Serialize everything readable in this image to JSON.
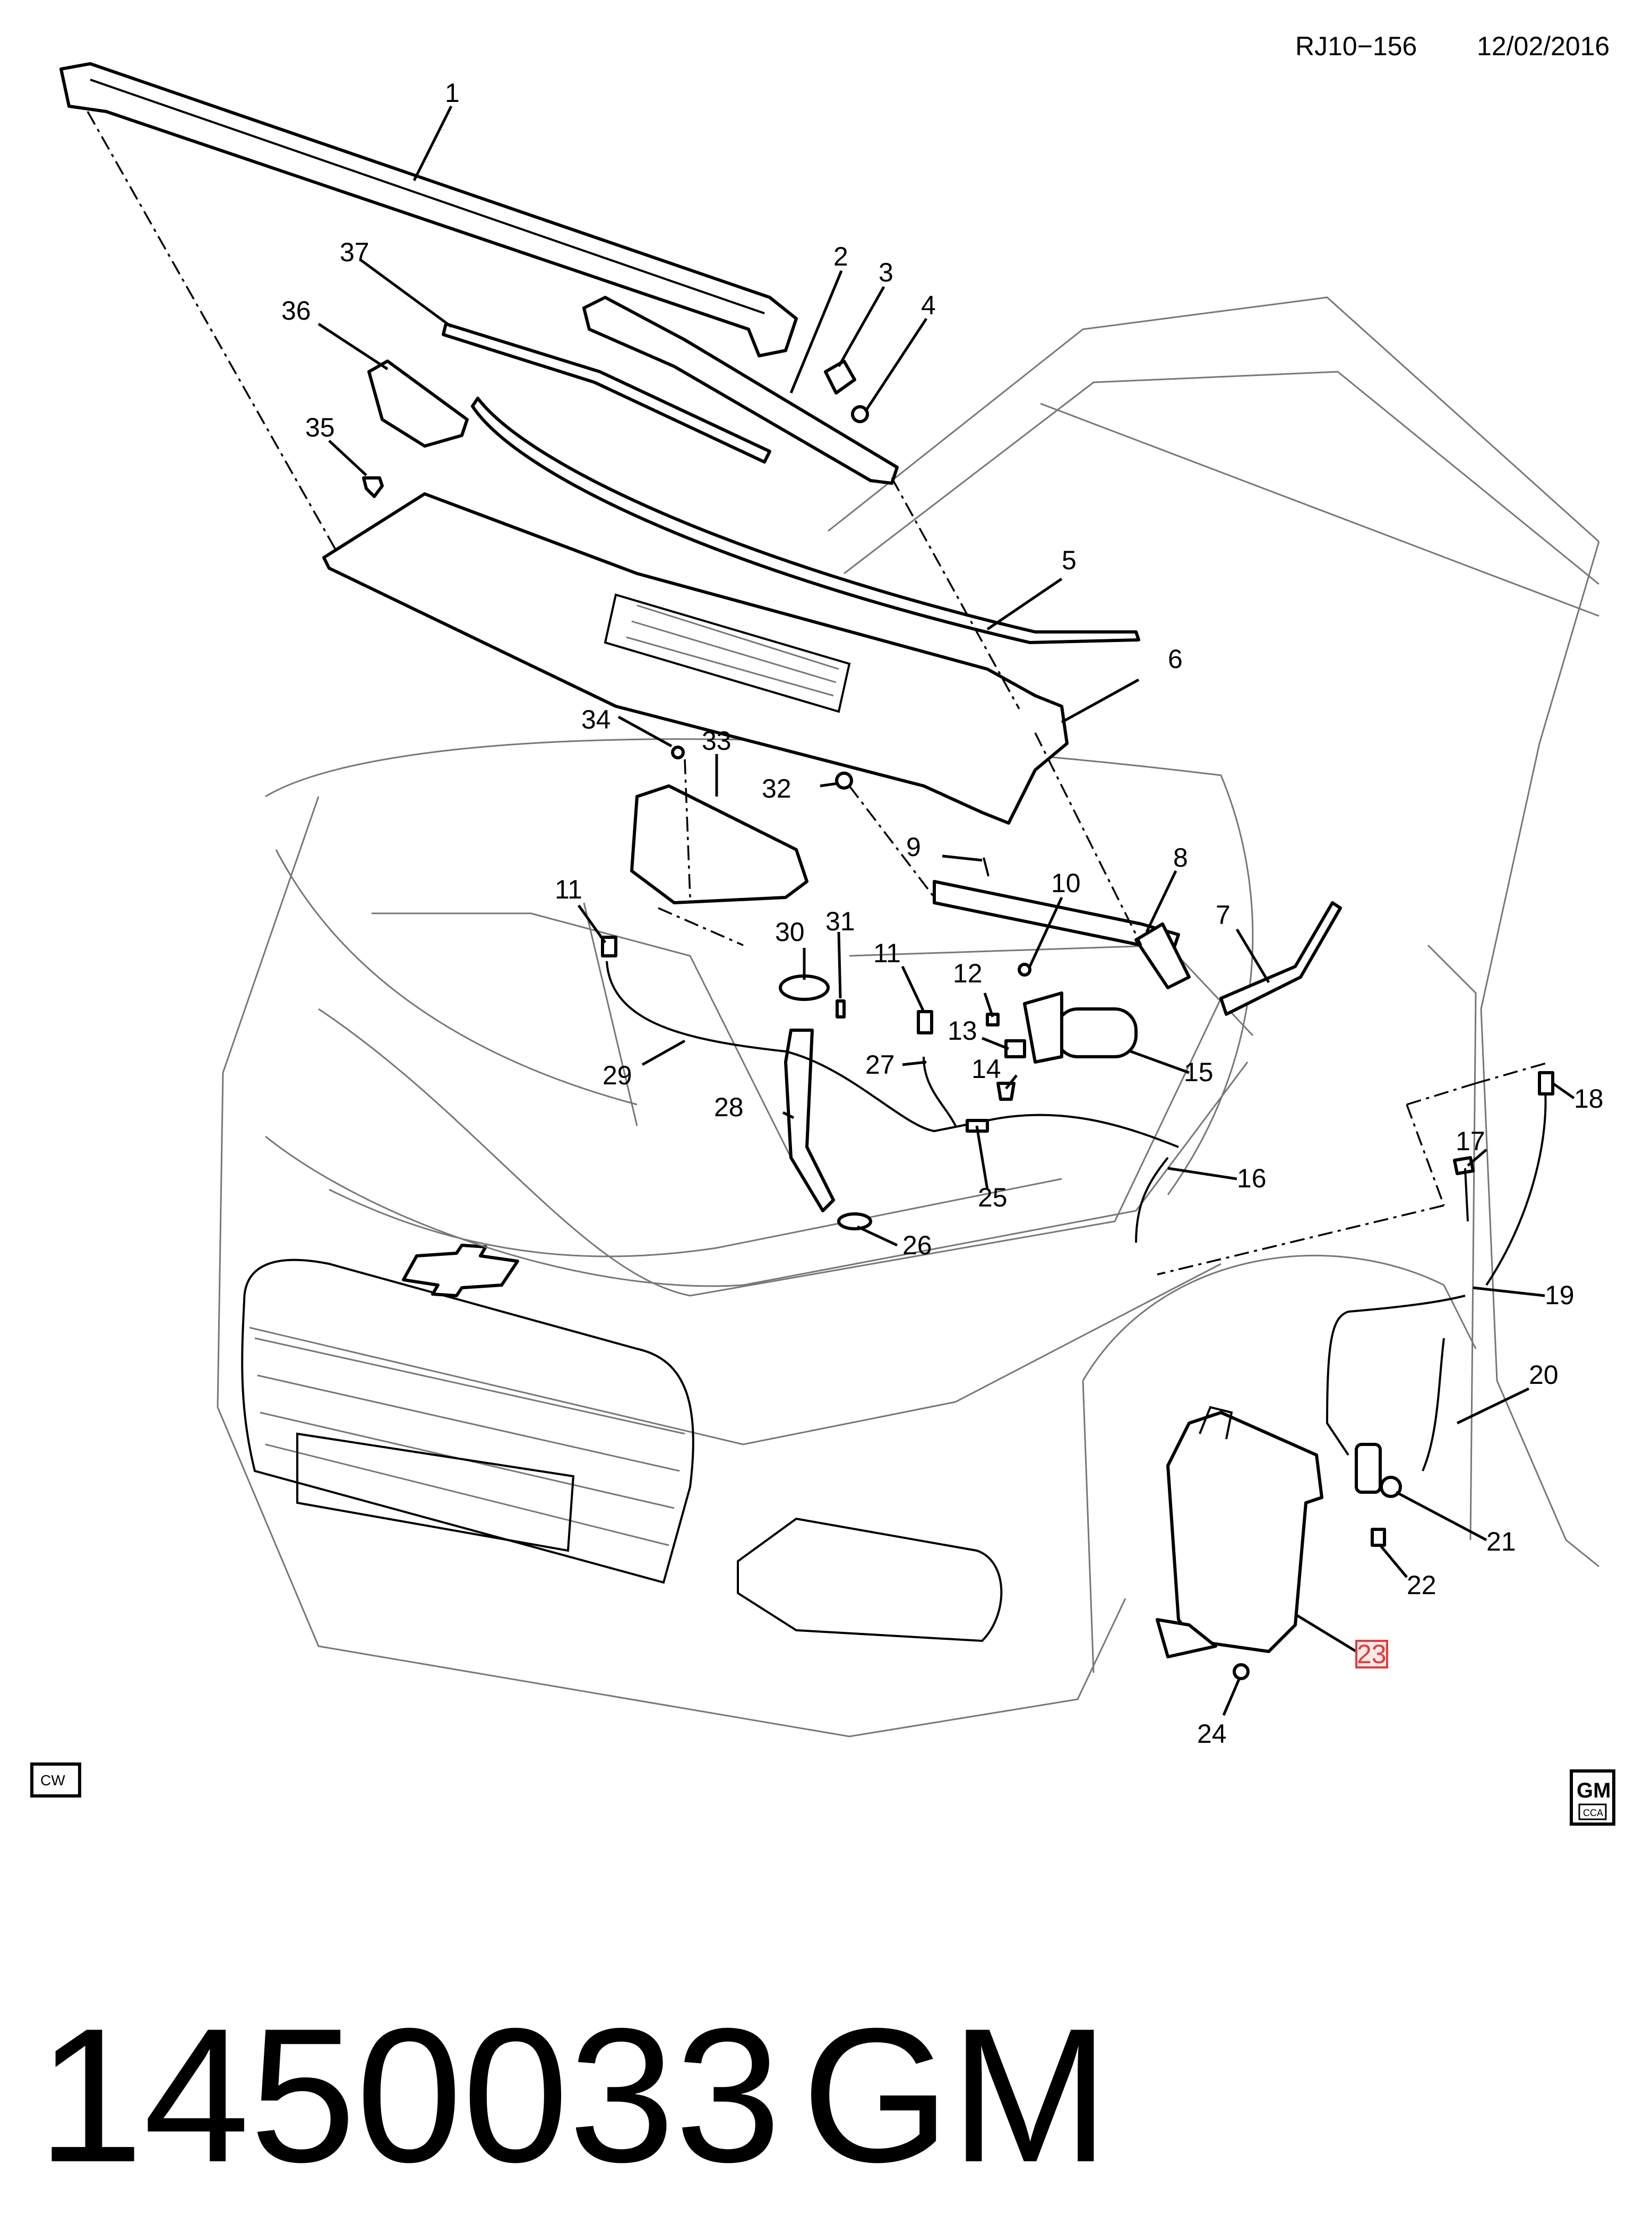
{
  "header": {
    "ref_code": "RJ10−156",
    "date": "12/02/2016"
  },
  "badges": {
    "cw": "CW",
    "gm_top": "GM",
    "gm_bottom": "CCA"
  },
  "callouts": [
    {
      "id": "1",
      "label": "1"
    },
    {
      "id": "2",
      "label": "2"
    },
    {
      "id": "3",
      "label": "3"
    },
    {
      "id": "4",
      "label": "4"
    },
    {
      "id": "5",
      "label": "5"
    },
    {
      "id": "6",
      "label": "6"
    },
    {
      "id": "7",
      "label": "7"
    },
    {
      "id": "8",
      "label": "8"
    },
    {
      "id": "9",
      "label": "9"
    },
    {
      "id": "10",
      "label": "10"
    },
    {
      "id": "11a",
      "label": "11"
    },
    {
      "id": "11b",
      "label": "11"
    },
    {
      "id": "12",
      "label": "12"
    },
    {
      "id": "13",
      "label": "13"
    },
    {
      "id": "14",
      "label": "14"
    },
    {
      "id": "15",
      "label": "15"
    },
    {
      "id": "16",
      "label": "16"
    },
    {
      "id": "17",
      "label": "17"
    },
    {
      "id": "18",
      "label": "18"
    },
    {
      "id": "19",
      "label": "19"
    },
    {
      "id": "20",
      "label": "20"
    },
    {
      "id": "21",
      "label": "21"
    },
    {
      "id": "22",
      "label": "22"
    },
    {
      "id": "23",
      "label": "23",
      "highlighted": true
    },
    {
      "id": "24",
      "label": "24"
    },
    {
      "id": "25",
      "label": "25"
    },
    {
      "id": "26",
      "label": "26"
    },
    {
      "id": "27",
      "label": "27"
    },
    {
      "id": "28",
      "label": "28"
    },
    {
      "id": "29",
      "label": "29"
    },
    {
      "id": "30",
      "label": "30"
    },
    {
      "id": "31",
      "label": "31"
    },
    {
      "id": "32",
      "label": "32"
    },
    {
      "id": "33",
      "label": "33"
    },
    {
      "id": "34",
      "label": "34"
    },
    {
      "id": "35",
      "label": "35"
    },
    {
      "id": "36",
      "label": "36"
    },
    {
      "id": "37",
      "label": "37"
    }
  ],
  "footer": {
    "part_number": "1450033",
    "brand": "GM"
  },
  "colors": {
    "line": "#000000",
    "body_outline": "#777777",
    "highlight": "#e23b3b",
    "background": "#ffffff"
  }
}
